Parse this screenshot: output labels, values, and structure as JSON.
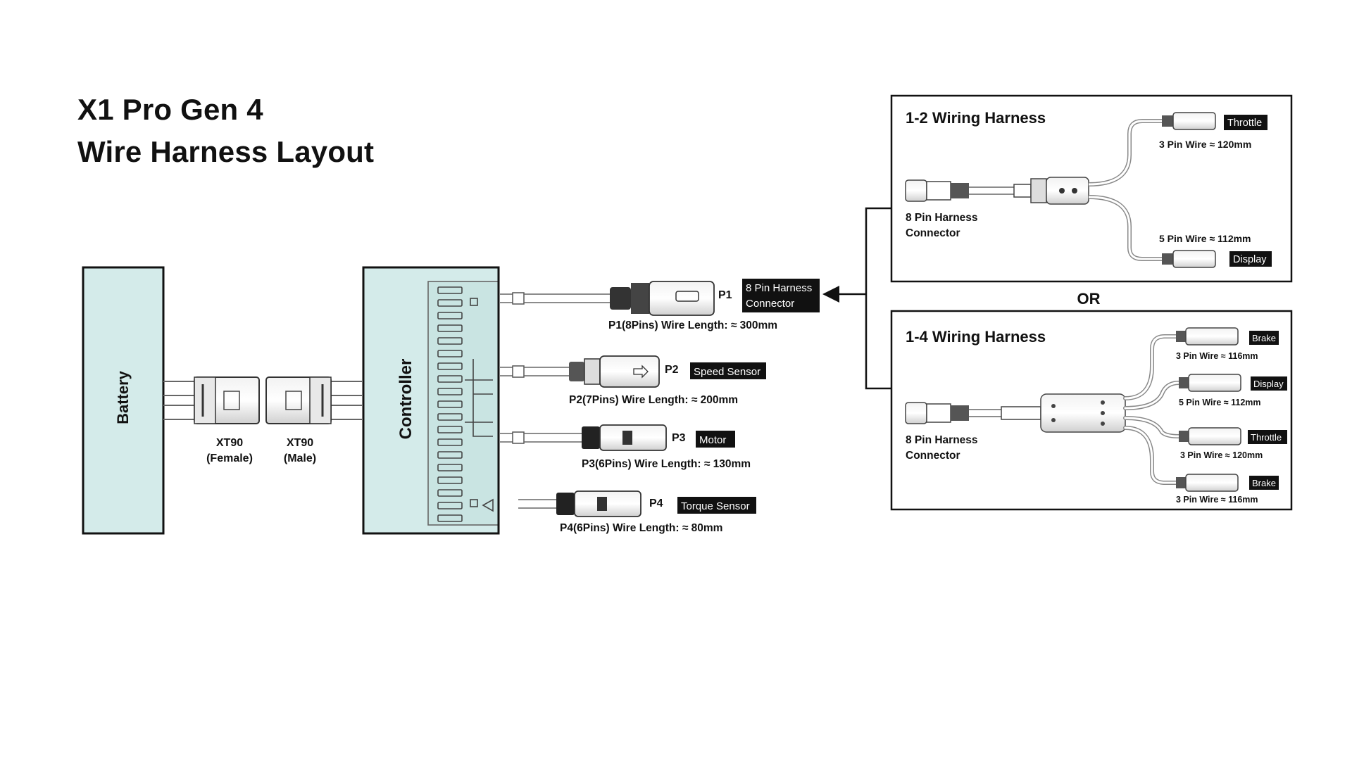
{
  "title": {
    "line1": "X1 Pro Gen 4",
    "line2": "Wire Harness Layout"
  },
  "battery": {
    "label": "Battery"
  },
  "controller": {
    "label": "Controller"
  },
  "connectors": {
    "xt90_female": {
      "name": "XT90",
      "sub": "(Female)"
    },
    "xt90_male": {
      "name": "XT90",
      "sub": "(Male)"
    }
  },
  "ports": [
    {
      "id": "P1",
      "tag_lines": [
        "8 Pin Harness",
        "Connector"
      ],
      "wire": "P1(8Pins) Wire Length: ≈ 300mm"
    },
    {
      "id": "P2",
      "tag_lines": [
        "Speed Sensor"
      ],
      "wire": "P2(7Pins) Wire Length: ≈ 200mm"
    },
    {
      "id": "P3",
      "tag_lines": [
        "Motor"
      ],
      "wire": "P3(6Pins) Wire Length: ≈ 130mm"
    },
    {
      "id": "P4",
      "tag_lines": [
        "Torque Sensor"
      ],
      "wire": "P4(6Pins) Wire Length: ≈ 80mm"
    }
  ],
  "or_label": "OR",
  "harness_12": {
    "title": "1-2 Wiring Harness",
    "connector_lines": [
      "8 Pin Harness",
      "Connector"
    ],
    "branches": [
      {
        "tag": "Throttle",
        "wire": "3 Pin Wire ≈ 120mm"
      },
      {
        "tag": "Display",
        "wire": "5 Pin Wire ≈ 112mm"
      }
    ]
  },
  "harness_14": {
    "title": "1-4 Wiring Harness",
    "connector_lines": [
      "8 Pin Harness",
      "Connector"
    ],
    "branches": [
      {
        "tag": "Brake",
        "wire": "3 Pin Wire ≈ 116mm"
      },
      {
        "tag": "Display",
        "wire": "5 Pin Wire ≈ 112mm"
      },
      {
        "tag": "Throttle",
        "wire": "3 Pin Wire ≈ 120mm"
      },
      {
        "tag": "Brake",
        "wire": "3 Pin Wire ≈ 116mm"
      }
    ]
  },
  "colors": {
    "box_fill": "#d4ebea",
    "line": "#111111",
    "tag_bg": "#111111",
    "tag_text": "#ffffff",
    "cable": "#555555"
  }
}
